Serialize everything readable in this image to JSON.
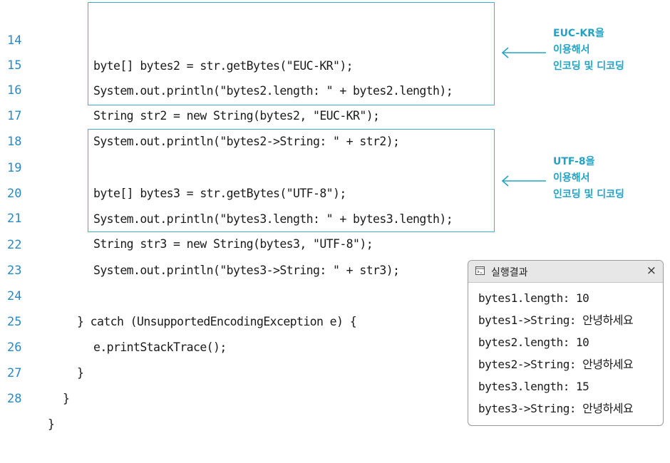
{
  "code": {
    "lines": [
      {
        "num": "14",
        "text": "byte[] bytes2 = str.getBytes(\"EUC-KR\");"
      },
      {
        "num": "15",
        "text": "System.out.println(\"bytes2.length: \" + bytes2.length);"
      },
      {
        "num": "16",
        "text": "String str2 = new String(bytes2, \"EUC-KR\");"
      },
      {
        "num": "17",
        "text": "System.out.println(\"bytes2->String: \" + str2);"
      },
      {
        "num": "18",
        "text": ""
      },
      {
        "num": "19",
        "text": "byte[] bytes3 = str.getBytes(\"UTF-8\");"
      },
      {
        "num": "20",
        "text": "System.out.println(\"bytes3.length: \" + bytes3.length);"
      },
      {
        "num": "21",
        "text": "String str3 = new String(bytes3, \"UTF-8\");"
      },
      {
        "num": "22",
        "text": "System.out.println(\"bytes3->String: \" + str3);"
      },
      {
        "num": "23",
        "text": ""
      },
      {
        "num": "24",
        "text": "} catch (UnsupportedEncodingException e) {"
      },
      {
        "num": "25",
        "text": "e.printStackTrace();"
      },
      {
        "num": "26",
        "text": "}"
      },
      {
        "num": "27",
        "text": "}"
      },
      {
        "num": "28",
        "text": "}"
      }
    ]
  },
  "annotations": {
    "euc": {
      "line1": "EUC-KR을",
      "line2": "이용해서",
      "line3": "인코딩 및 디코딩"
    },
    "utf": {
      "line1": "UTF-8을",
      "line2": "이용해서",
      "line3": "인코딩 및 디코딩"
    }
  },
  "result": {
    "title": "실행결과",
    "close": "×",
    "lines": [
      "bytes1.length: 10",
      "bytes1->String: 안녕하세요",
      "bytes2.length: 10",
      "bytes2->String: 안녕하세요",
      "bytes3.length: 15",
      "bytes3->String: 안녕하세요"
    ]
  },
  "colors": {
    "line_number": "#2a88c8",
    "highlight_box": "#42b0cf",
    "annotation": "#22a3c6"
  }
}
